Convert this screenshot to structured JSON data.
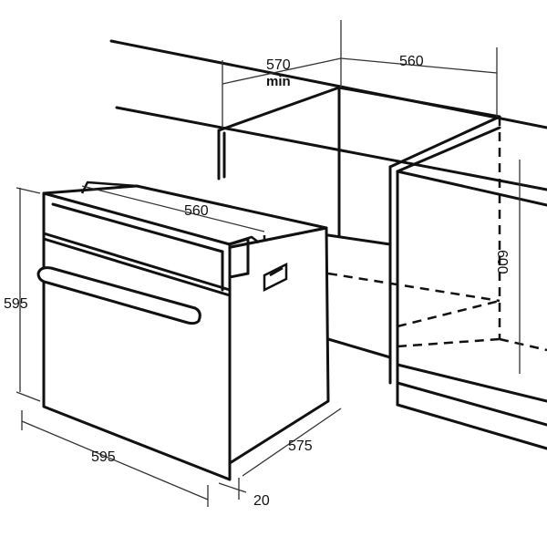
{
  "diagram": {
    "colors": {
      "line": "#111111",
      "thin": "#333333",
      "background": "#ffffff"
    },
    "dimensions": {
      "cabinet_depth_min": "570",
      "cabinet_depth_min_suffix": "min",
      "cabinet_width": "560",
      "cabinet_height": "600",
      "oven_body_width": "560",
      "oven_height": "595",
      "oven_width": "595",
      "oven_depth": "575",
      "door_thickness": "20"
    }
  }
}
